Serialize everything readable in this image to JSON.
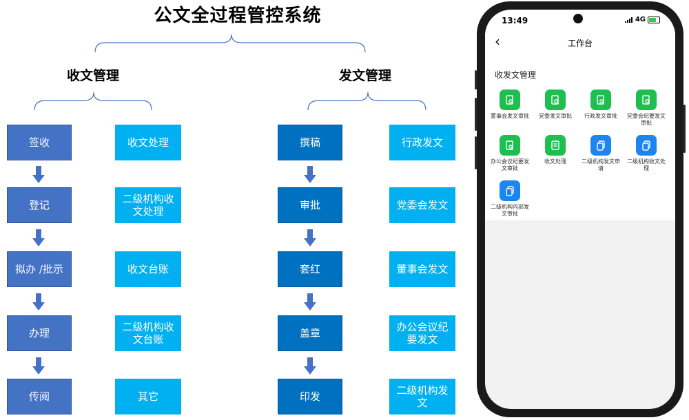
{
  "title": "公文全过程管控系统",
  "receive": {
    "heading": "收文管理",
    "steps": [
      "签收",
      "登记",
      "拟办 /批示",
      "办理",
      "传阅"
    ],
    "categories": [
      "收文处理",
      "二级机构收文处理",
      "收文台账",
      "二级机构收文台账",
      "其它"
    ]
  },
  "send": {
    "heading": "发文管理",
    "steps": [
      "撰稿",
      "审批",
      "套红",
      "盖章",
      "印发"
    ],
    "categories": [
      "行政发文",
      "党委会发文",
      "董事会发文",
      "办公会议纪要发文",
      "二级机构发文"
    ]
  },
  "phone": {
    "time": "13:49",
    "network": "4G",
    "nav_title": "工作台",
    "section_title": "收发文管理",
    "apps": [
      {
        "label": "董事会发文审批",
        "icon": "doc-search-icon",
        "color": "green"
      },
      {
        "label": "党委发文审批",
        "icon": "doc-search-icon",
        "color": "green"
      },
      {
        "label": "行政发文审批",
        "icon": "doc-search-icon",
        "color": "green"
      },
      {
        "label": "党委会纪要发文审批",
        "icon": "doc-search-icon",
        "color": "green"
      },
      {
        "label": "办公会议纪要发文审批",
        "icon": "doc-search-icon",
        "color": "green"
      },
      {
        "label": "收文处理",
        "icon": "doc-list-icon",
        "color": "green"
      },
      {
        "label": "二级机构发文申请",
        "icon": "copy-icon",
        "color": "blue"
      },
      {
        "label": "二级机构收文处理",
        "icon": "copy-icon",
        "color": "blue"
      },
      {
        "label": "二级机构内部发文审批",
        "icon": "copy-icon",
        "color": "blue"
      }
    ]
  },
  "colors": {
    "receive_step": "#4472c4",
    "send_step": "#0070c0",
    "category": "#00b0f0",
    "app_green": "#1dbf4f",
    "app_blue": "#1e84f0"
  }
}
